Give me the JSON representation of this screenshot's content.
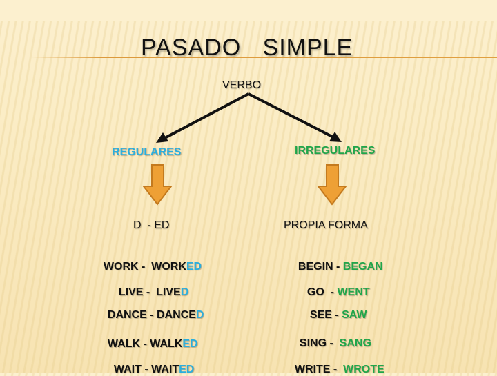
{
  "slide": {
    "title": "PASADO   SIMPLE",
    "root": "VERBO",
    "branches": {
      "regular": {
        "label": "REGULARES",
        "rule": "D  - ED",
        "color": "#2aaede",
        "examples": [
          {
            "base": "WORK -  ",
            "past_stem": "WORK",
            "past_ending": "ED"
          },
          {
            "base": "LIVE -  ",
            "past_stem": "LIVE",
            "past_ending": "D"
          },
          {
            "base": "DANCE - ",
            "past_stem": "DANCE",
            "past_ending": "D"
          },
          {
            "base": "WALK - ",
            "past_stem": "WALK",
            "past_ending": "ED"
          },
          {
            "base": "WAIT - ",
            "past_stem": "WAIT",
            "past_ending": "ED"
          }
        ]
      },
      "irregular": {
        "label": "IRREGULARES",
        "rule": "PROPIA FORMA",
        "color": "#20a64a",
        "examples": [
          {
            "base": "BEGIN - ",
            "past": "BEGAN"
          },
          {
            "base": "GO  - ",
            "past": "WENT"
          },
          {
            "base": "SEE - ",
            "past": "SAW"
          },
          {
            "base": "SING -  ",
            "past": "SANG"
          },
          {
            "base": "WRITE -  ",
            "past": "WROTE"
          }
        ]
      }
    },
    "icons": {
      "branch_arrows": "black-diagonal-arrows",
      "down_arrows": "orange-down-arrow"
    },
    "colors": {
      "accent_rule": "#dc9a3c",
      "arrow_fill": "#eea035",
      "arrow_stroke": "#c47a1e"
    }
  }
}
